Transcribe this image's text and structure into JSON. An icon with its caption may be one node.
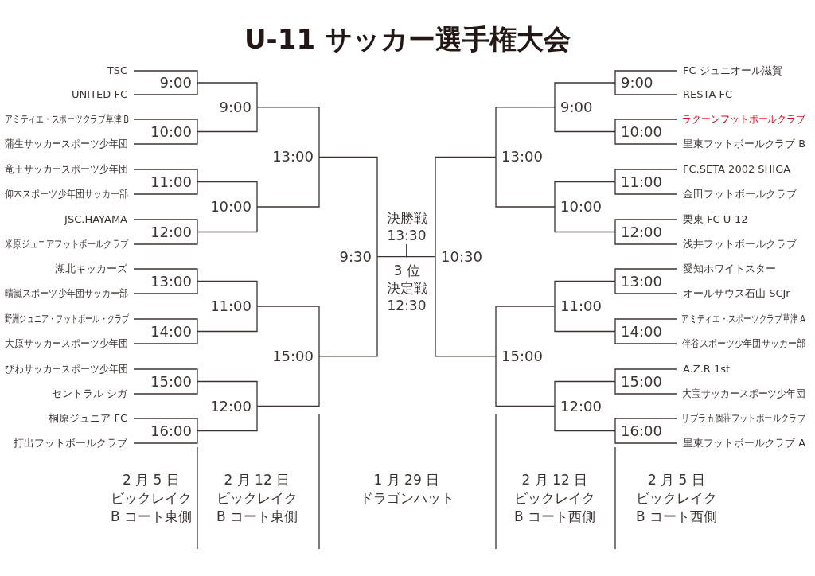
{
  "diagram": {
    "title": "U-11 サッカー選手権大会",
    "nodes": [
      {
        "text": [
          "TSC"
        ]
      },
      {
        "text": [
          "UNITED FC"
        ]
      },
      {
        "text": [
          "アミティエ・スポーツクラブ草津 B"
        ]
      },
      {
        "text": [
          "蒲生サッカースポーツ少年団"
        ]
      },
      {
        "text": [
          "竜王サッカースポーツ少年団"
        ]
      },
      {
        "text": [
          "仰木スポーツ少年団サッカー部"
        ]
      },
      {
        "text": [
          "JSC.HAYAMA"
        ]
      },
      {
        "text": [
          "米原ジュニアフットボールクラブ"
        ]
      },
      {
        "text": [
          "湖北キッカーズ"
        ]
      },
      {
        "text": [
          "晴嵐スポーツ少年団サッカー部"
        ]
      },
      {
        "text": [
          "野洲ジュニア・フットボール・クラブ"
        ]
      },
      {
        "text": [
          "大原サッカースポーツ少年団"
        ]
      },
      {
        "text": [
          "びわサッカースポーツ少年団"
        ]
      },
      {
        "text": [
          "セントラル シガ"
        ]
      },
      {
        "text": [
          "桐原ジュニア FC"
        ]
      },
      {
        "text": [
          "打出フットボールクラブ"
        ]
      },
      {
        "text": [
          "FC ジュニオール滋賀"
        ]
      },
      {
        "text": [
          "RESTA FC"
        ]
      },
      {
        "text": [
          "ラクーンフットボールクラブ"
        ]
      },
      {
        "text": [
          "里東フットボールクラブ B"
        ]
      },
      {
        "text": [
          "FC.SETA 2002 SHIGA"
        ]
      },
      {
        "text": [
          "金田フットボールクラブ"
        ]
      },
      {
        "text": [
          "栗東 FC U-12"
        ]
      },
      {
        "text": [
          "浅井フットボールクラブ"
        ]
      },
      {
        "text": [
          "愛知ホワイトスター"
        ]
      },
      {
        "text": [
          "オールサウス石山 SCJr"
        ]
      },
      {
        "text": [
          "アミティエ・スポーツクラブ草津 A"
        ]
      },
      {
        "text": [
          "伴谷スポーツ少年団サッカー部"
        ]
      },
      {
        "text": [
          "A.Z.R 1st"
        ]
      },
      {
        "text": [
          "大宝サッカースポーツ少年団"
        ]
      },
      {
        "text": [
          "リブラ五個荘フットボールクラブ"
        ]
      },
      {
        "text": [
          "里東フットボールクラブ A"
        ]
      },
      {
        "text": [
          "9:00"
        ]
      },
      {
        "text": [
          "10:00"
        ]
      },
      {
        "text": [
          "11:00"
        ]
      },
      {
        "text": [
          "12:00"
        ]
      },
      {
        "text": [
          "13:00"
        ]
      },
      {
        "text": [
          "14:00"
        ]
      },
      {
        "text": [
          "15:00"
        ]
      },
      {
        "text": [
          "16:00"
        ]
      },
      {
        "text": [
          "9:00"
        ]
      },
      {
        "text": [
          "10:00"
        ]
      },
      {
        "text": [
          "11:00"
        ]
      },
      {
        "text": [
          "12:00"
        ]
      },
      {
        "text": [
          "13:00"
        ]
      },
      {
        "text": [
          "15:00"
        ]
      },
      {
        "text": [
          "9:30"
        ]
      },
      {
        "text": [
          "決勝戦",
          "13:30"
        ]
      },
      {
        "text": [
          "3 位",
          "決定戦",
          "12:30"
        ]
      },
      {
        "text": [
          "10:30"
        ]
      },
      {
        "text": [
          "13:00"
        ]
      },
      {
        "text": [
          "15:00"
        ]
      },
      {
        "text": [
          "9:00"
        ]
      },
      {
        "text": [
          "10:00"
        ]
      },
      {
        "text": [
          "11:00"
        ]
      },
      {
        "text": [
          "12:00"
        ]
      },
      {
        "text": [
          "9:00"
        ]
      },
      {
        "text": [
          "10:00"
        ]
      },
      {
        "text": [
          "11:00"
        ]
      },
      {
        "text": [
          "12:00"
        ]
      },
      {
        "text": [
          "13:00"
        ]
      },
      {
        "text": [
          "14:00"
        ]
      },
      {
        "text": [
          "15:00"
        ]
      },
      {
        "text": [
          "16:00"
        ]
      }
    ],
    "edges": [
      {
        "from": 0,
        "to": 32,
        "arrow": "none"
      },
      {
        "from": 1,
        "to": 32,
        "arrow": "none"
      },
      {
        "from": 2,
        "to": 33,
        "arrow": "none"
      },
      {
        "from": 3,
        "to": 33,
        "arrow": "none"
      },
      {
        "from": 4,
        "to": 34,
        "arrow": "none"
      },
      {
        "from": 5,
        "to": 34,
        "arrow": "none"
      },
      {
        "from": 6,
        "to": 35,
        "arrow": "none"
      },
      {
        "from": 7,
        "to": 35,
        "arrow": "none"
      },
      {
        "from": 8,
        "to": 36,
        "arrow": "none"
      },
      {
        "from": 9,
        "to": 36,
        "arrow": "none"
      },
      {
        "from": 10,
        "to": 37,
        "arrow": "none"
      },
      {
        "from": 11,
        "to": 37,
        "arrow": "none"
      },
      {
        "from": 12,
        "to": 38,
        "arrow": "none"
      },
      {
        "from": 13,
        "to": 38,
        "arrow": "none"
      },
      {
        "from": 14,
        "to": 39,
        "arrow": "none"
      },
      {
        "from": 15,
        "to": 39,
        "arrow": "none"
      },
      {
        "from": 16,
        "to": 56,
        "arrow": "none"
      },
      {
        "from": 17,
        "to": 56,
        "arrow": "none"
      },
      {
        "from": 18,
        "to": 57,
        "arrow": "none"
      },
      {
        "from": 19,
        "to": 57,
        "arrow": "none"
      },
      {
        "from": 20,
        "to": 58,
        "arrow": "none"
      },
      {
        "from": 21,
        "to": 58,
        "arrow": "none"
      },
      {
        "from": 22,
        "to": 59,
        "arrow": "none"
      },
      {
        "from": 23,
        "to": 59,
        "arrow": "none"
      },
      {
        "from": 24,
        "to": 60,
        "arrow": "none"
      },
      {
        "from": 25,
        "to": 60,
        "arrow": "none"
      },
      {
        "from": 26,
        "to": 61,
        "arrow": "none"
      },
      {
        "from": 27,
        "to": 61,
        "arrow": "none"
      },
      {
        "from": 28,
        "to": 62,
        "arrow": "none"
      },
      {
        "from": 29,
        "to": 62,
        "arrow": "none"
      },
      {
        "from": 30,
        "to": 63,
        "arrow": "none"
      },
      {
        "from": 31,
        "to": 63,
        "arrow": "none"
      },
      {
        "from": 32,
        "to": 40,
        "arrow": "none"
      },
      {
        "from": 33,
        "to": 40,
        "arrow": "none"
      },
      {
        "from": 34,
        "to": 41,
        "arrow": "none"
      },
      {
        "from": 35,
        "to": 41,
        "arrow": "none"
      },
      {
        "from": 36,
        "to": 42,
        "arrow": "none"
      },
      {
        "from": 37,
        "to": 42,
        "arrow": "none"
      },
      {
        "from": 38,
        "to": 43,
        "arrow": "none"
      },
      {
        "from": 39,
        "to": 43,
        "arrow": "none"
      },
      {
        "from": 40,
        "to": 44,
        "arrow": "none"
      },
      {
        "from": 41,
        "to": 44,
        "arrow": "none"
      },
      {
        "from": 42,
        "to": 45,
        "arrow": "none"
      },
      {
        "from": 43,
        "to": 45,
        "arrow": "none"
      },
      {
        "from": 44,
        "to": 46,
        "arrow": "none"
      },
      {
        "from": 45,
        "to": 46,
        "arrow": "none"
      },
      {
        "from": 56,
        "to": 52,
        "arrow": "none"
      },
      {
        "from": 57,
        "to": 52,
        "arrow": "none"
      },
      {
        "from": 58,
        "to": 53,
        "arrow": "none"
      },
      {
        "from": 59,
        "to": 53,
        "arrow": "none"
      },
      {
        "from": 60,
        "to": 54,
        "arrow": "none"
      },
      {
        "from": 61,
        "to": 54,
        "arrow": "none"
      },
      {
        "from": 62,
        "to": 55,
        "arrow": "none"
      },
      {
        "from": 63,
        "to": 55,
        "arrow": "none"
      },
      {
        "from": 52,
        "to": 50,
        "arrow": "none"
      },
      {
        "from": 53,
        "to": 50,
        "arrow": "none"
      },
      {
        "from": 54,
        "to": 51,
        "arrow": "none"
      },
      {
        "from": 55,
        "to": 51,
        "arrow": "none"
      },
      {
        "from": 50,
        "to": 49,
        "arrow": "none"
      },
      {
        "from": 51,
        "to": 49,
        "arrow": "none"
      },
      {
        "from": 46,
        "to": 47,
        "arrow": "none"
      },
      {
        "from": 49,
        "to": 47,
        "arrow": "none"
      }
    ],
    "labels": [
      "2 月 5 日",
      "ビックレイク",
      "B コート東側",
      "2 月 12 日",
      "ビックレイク",
      "B コート東側",
      "1 月 29 日",
      "ドラゴンハット",
      "2 月 12 日",
      "ビックレイク",
      "B コート西側",
      "2 月 5 日",
      "ビックレイク",
      "B コート西側"
    ]
  }
}
